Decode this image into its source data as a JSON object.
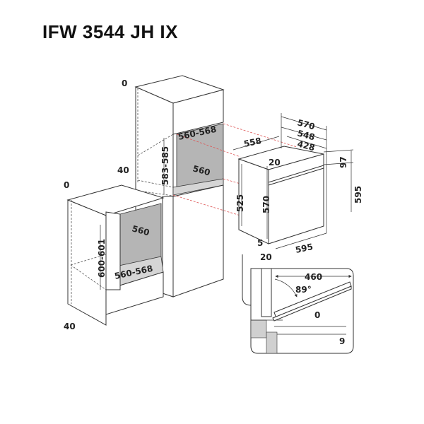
{
  "title": "IFW 3544 JH IX",
  "diagram": {
    "tall_cabinet": {
      "top_clearance": "0",
      "bottom_offset": "40",
      "niche_width": "560-568",
      "niche_depth": "560",
      "niche_height": "583-585"
    },
    "under_counter_cabinet": {
      "top_clearance": "0",
      "bottom_offset": "40",
      "niche_depth": "560",
      "niche_width": "560-568",
      "niche_height": "600-601"
    },
    "oven": {
      "width_total": "570",
      "width_mid": "548",
      "width_inner": "428",
      "depth": "558",
      "front_offset": "20",
      "control_panel_height": "97",
      "total_height": "595",
      "body_height": "525",
      "body_front_height": "570",
      "bottom_gap": "5",
      "side_offset": "20",
      "front_width": "595"
    },
    "door_detail": {
      "door_length": "460",
      "opening_angle": "89°",
      "gap_top": "0",
      "gap_bottom": "9"
    }
  }
}
